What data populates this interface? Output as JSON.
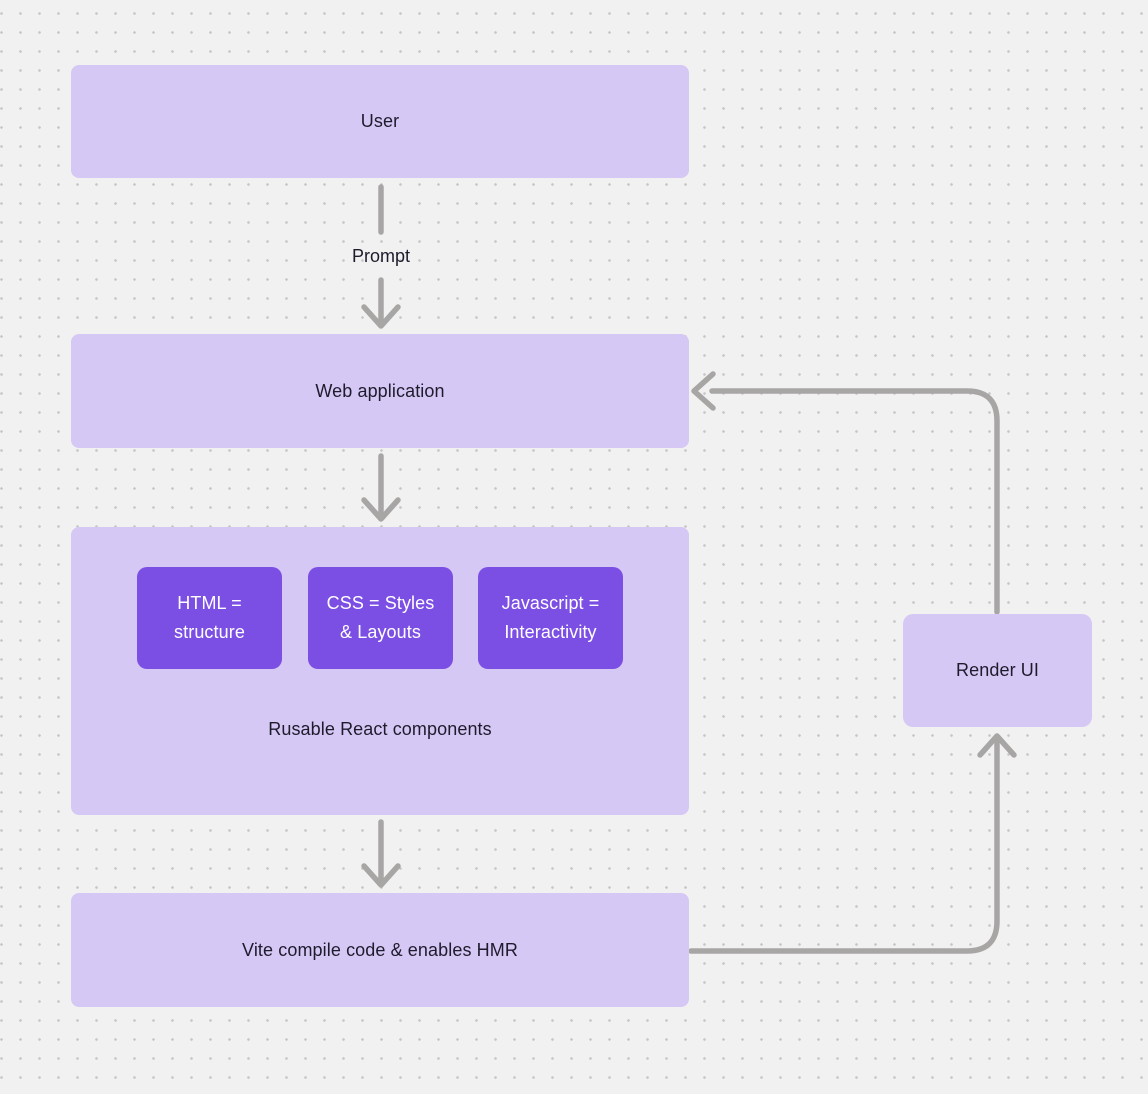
{
  "colors": {
    "canvas_bg": "#f2f1f1",
    "dot": "#c7c5c5",
    "node_fill": "#d6c8f5",
    "accent_fill": "#7c4fe4",
    "node_text": "#1e1b2c",
    "accent_text": "#ffffff",
    "arrow": "#a8a5a5"
  },
  "nodes": {
    "user": {
      "label": "User"
    },
    "web_application": {
      "label": "Web application"
    },
    "components_group": {
      "caption": "Rusable React components",
      "children": {
        "html": {
          "line1": "HTML =",
          "line2": "structure"
        },
        "css": {
          "line1": "CSS = Styles",
          "line2": "& Layouts"
        },
        "javascript": {
          "line1": "Javascript =",
          "line2": "Interactivity"
        }
      }
    },
    "vite": {
      "label": "Vite compile code & enables HMR"
    },
    "render_ui": {
      "label": "Render UI"
    }
  },
  "edges": {
    "prompt": {
      "label": "Prompt"
    }
  }
}
